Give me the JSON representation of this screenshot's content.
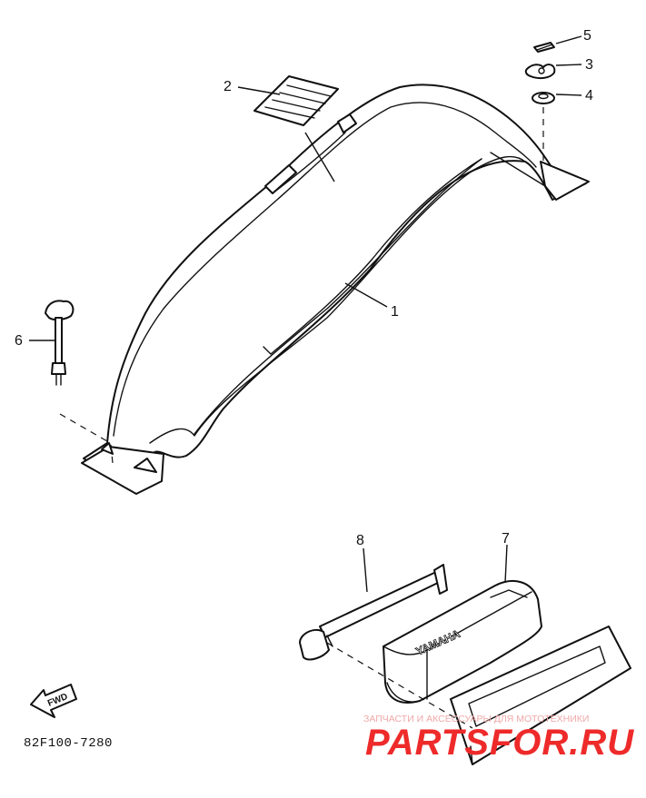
{
  "callouts": {
    "c1": "1",
    "c2": "2",
    "c3": "3",
    "c4": "4",
    "c5": "5",
    "c6": "6",
    "c7": "7",
    "c8": "8"
  },
  "fwd_label": "FWD",
  "box_lettering": "YAMAHA",
  "diagram_code": "82F100-7280",
  "watermark": {
    "tagline": "ЗАПЧАСТИ И АКСЕССУАРЫ ДЛЯ МОТОТЕХНИКИ",
    "brand": "PARTSFOR.RU"
  },
  "colors": {
    "line": "#111111",
    "watermark_red": "#ee2a2a",
    "watermark_pink": "#f0a8a8"
  }
}
